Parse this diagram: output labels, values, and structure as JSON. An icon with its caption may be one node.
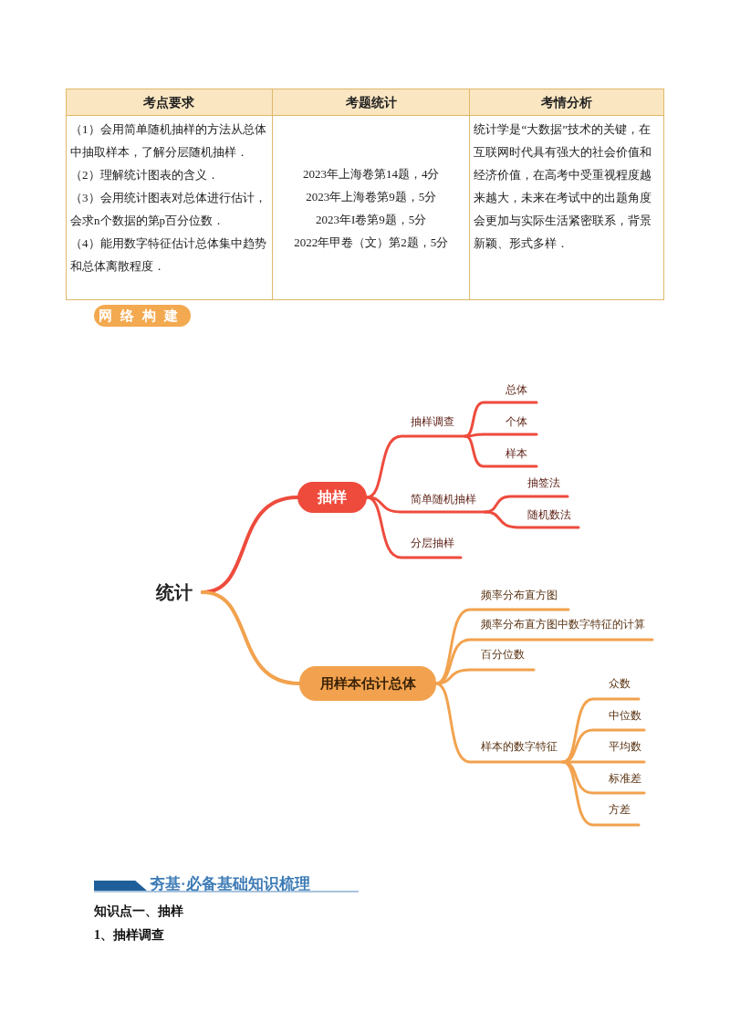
{
  "diagram": {
    "nodes": [
      {
        "text": [
          "统计"
        ]
      },
      {
        "text": [
          "抽样"
        ]
      },
      {
        "text": [
          "抽样调查"
        ]
      },
      {
        "text": [
          "总体"
        ]
      },
      {
        "text": [
          "个体"
        ]
      },
      {
        "text": [
          "样本"
        ]
      },
      {
        "text": [
          "简单随机抽样"
        ]
      },
      {
        "text": [
          "抽签法"
        ]
      },
      {
        "text": [
          "随机数法"
        ]
      },
      {
        "text": [
          "分层抽样"
        ]
      },
      {
        "text": [
          "用样本估计总体"
        ]
      },
      {
        "text": [
          "频率分布直方图"
        ]
      },
      {
        "text": [
          "频率分布直方图中数字特征的计算"
        ]
      },
      {
        "text": [
          "百分位数"
        ]
      },
      {
        "text": [
          "样本的数字特征"
        ]
      },
      {
        "text": [
          "众数"
        ]
      },
      {
        "text": [
          "中位数"
        ]
      },
      {
        "text": [
          "平均数"
        ]
      },
      {
        "text": [
          "标准差"
        ]
      },
      {
        "text": [
          "方差"
        ]
      }
    ],
    "edges": [
      {
        "from": 0,
        "to": 1,
        "arrow": "none",
        "color": "#ee4b3d"
      },
      {
        "from": 1,
        "to": 2,
        "arrow": "none",
        "color": "#ee4b3d"
      },
      {
        "from": 2,
        "to": 3,
        "arrow": "none",
        "color": "#ee4b3d"
      },
      {
        "from": 2,
        "to": 4,
        "arrow": "none",
        "color": "#ee4b3d"
      },
      {
        "from": 2,
        "to": 5,
        "arrow": "none",
        "color": "#ee4b3d"
      },
      {
        "from": 1,
        "to": 6,
        "arrow": "none",
        "color": "#ee4b3d"
      },
      {
        "from": 6,
        "to": 7,
        "arrow": "none",
        "color": "#ee4b3d"
      },
      {
        "from": 6,
        "to": 8,
        "arrow": "none",
        "color": "#ee4b3d"
      },
      {
        "from": 1,
        "to": 9,
        "arrow": "none",
        "color": "#ee4b3d"
      },
      {
        "from": 0,
        "to": 10,
        "arrow": "none"
      },
      {
        "from": 10,
        "to": 11,
        "arrow": "none"
      },
      {
        "from": 10,
        "to": 12,
        "arrow": "none"
      },
      {
        "from": 10,
        "to": 13,
        "arrow": "none"
      },
      {
        "from": 10,
        "to": 14,
        "arrow": "none"
      },
      {
        "from": 14,
        "to": 15,
        "arrow": "none"
      },
      {
        "from": 14,
        "to": 16,
        "arrow": "none"
      },
      {
        "from": 14,
        "to": 17,
        "arrow": "none"
      },
      {
        "from": 14,
        "to": 18,
        "arrow": "none"
      },
      {
        "from": 14,
        "to": 19,
        "arrow": "none"
      }
    ],
    "labels": [
      "考点要求",
      "考题统计",
      "考情分析",
      "（1）会用简单随机抽样的方法从总体中抽取样本，了解分层随机抽样．",
      "（2）理解统计图表的含义．",
      "（3）会用统计图表对总体进行估计，会求n个数据的第p百分位数．",
      "（4）能用数字特征估计总体集中趋势和总体离散程度．",
      "2023年上海卷第14题，4分",
      "2023年上海卷第9题，5分",
      "2023年I卷第9题，5分",
      "2022年甲卷（文）第2题，5分",
      "统计学是“大数据”技术的关键，在互联网时代具有强大的社会价值和经济价值，在高考中受重视程度越来越大，未来在考试中的出题角度会更加与实际生活紧密联系，背景新颖、形式多样．",
      "网络构建",
      "夯基·必备基础知识梳理",
      "知识点一、抽样",
      "1、抽样调查"
    ]
  }
}
